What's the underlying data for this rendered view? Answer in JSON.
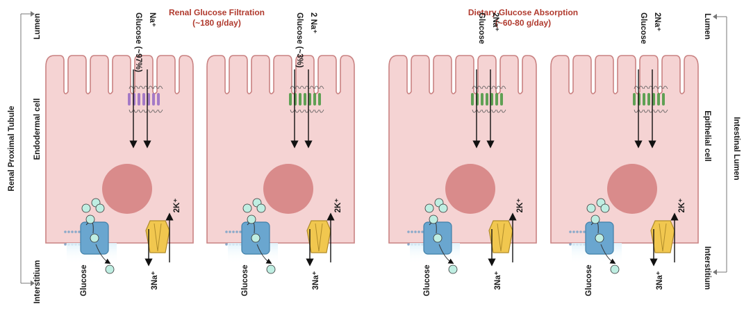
{
  "titles": {
    "renal": {
      "line1": "Renal Glucose Filtration",
      "line2": "(~180 g/day)"
    },
    "dietary": {
      "line1": "Dietary Glucose Absorption",
      "line2": "(~60-80 g/day)"
    }
  },
  "left_side": {
    "outer": "Renal Proximal Tubule",
    "lumen": "Lumen",
    "cell": "Endodermal cell",
    "interstitium": "Interstitium"
  },
  "right_side": {
    "outer": "Intestinal Lumen",
    "lumen": "Lumen",
    "cell": "Epithelial cell",
    "interstitium": "Interstitium"
  },
  "cells": [
    {
      "apical_glucose": "Glucose (~97%)",
      "apical_na": "Na⁺",
      "glut_label": "Glucose",
      "pump_k": "2K⁺",
      "pump_na": "3Na⁺",
      "transporter_color": "#9b6fc4"
    },
    {
      "apical_glucose": "Glucose (~3%)",
      "apical_na": "2 Na⁺",
      "glut_label": "Glucose",
      "pump_k": "2K⁺",
      "pump_na": "3Na⁺",
      "transporter_color": "#4f9a46"
    },
    {
      "apical_glucose": "Glucose",
      "apical_na": "2Na⁺",
      "glut_label": "Glucose",
      "pump_k": "2K⁺",
      "pump_na": "3Na⁺",
      "transporter_color": "#4f9a46"
    },
    {
      "apical_glucose": "Glucose",
      "apical_na": "2Na⁺",
      "glut_label": "Glucose",
      "pump_k": "2K⁺",
      "pump_na": "3Na⁺",
      "transporter_color": "#4f9a46"
    }
  ],
  "colors": {
    "cell_fill": "#f5d3d3",
    "cell_stroke": "#c98282",
    "nucleus": "#d98b8b",
    "glut": "#6aa6cf",
    "pump": "#f1c74f",
    "glucose_dot": "#bfeee2",
    "title": "#b03a2e"
  }
}
